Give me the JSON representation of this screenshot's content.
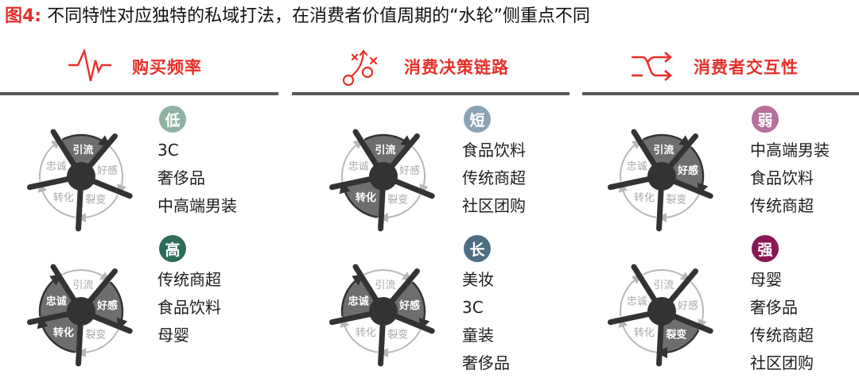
{
  "title": {
    "fig_label": "图4:",
    "text": " 不同特性对应独特的私域打法，在消费者价值周期的“水轮”侧重点不同"
  },
  "colors": {
    "accent": "#e8302a",
    "divider": "#595959",
    "active_segment": "#6e6e6e",
    "inactive_ring": "#b8b8b8",
    "spoke": "#333333",
    "badge_low": "#8fb3a3",
    "badge_high": "#2f6b5b",
    "badge_short": "#8aa3b5",
    "badge_long": "#4e6e86",
    "badge_weak": "#b86f9c",
    "badge_strong": "#8a1756"
  },
  "wheel_segments": [
    "引流",
    "好感",
    "裂变",
    "转化",
    "忠诚"
  ],
  "columns": [
    {
      "icon": "heartbeat-icon",
      "heading": "购买频率",
      "groups": [
        {
          "badge": "低",
          "badge_color": "#8fb3a3",
          "active": [
            "引流"
          ],
          "items": [
            "3C",
            "奢侈品",
            "中高端男装"
          ]
        },
        {
          "badge": "高",
          "badge_color": "#2f6b5b",
          "active": [
            "好感",
            "转化",
            "忠诚"
          ],
          "items": [
            "传统商超",
            "食品饮料",
            "母婴"
          ]
        }
      ]
    },
    {
      "icon": "strategy-play-icon",
      "heading": "消费决策链路",
      "groups": [
        {
          "badge": "短",
          "badge_color": "#8aa3b5",
          "active": [
            "引流",
            "转化"
          ],
          "items": [
            "食品饮料",
            "传统商超",
            "社区团购"
          ]
        },
        {
          "badge": "长",
          "badge_color": "#4e6e86",
          "active": [
            "好感",
            "忠诚"
          ],
          "items": [
            "美妆",
            "3C",
            "童装",
            "奢侈品"
          ]
        }
      ]
    },
    {
      "icon": "shuffle-icon",
      "heading": "消费者交互性",
      "groups": [
        {
          "badge": "弱",
          "badge_color": "#b86f9c",
          "active": [
            "引流",
            "好感"
          ],
          "items": [
            "中高端男装",
            "食品饮料",
            "传统商超"
          ]
        },
        {
          "badge": "强",
          "badge_color": "#8a1756",
          "active": [
            "裂变"
          ],
          "items": [
            "母婴",
            "奢侈品",
            "传统商超",
            "社区团购"
          ]
        }
      ]
    }
  ]
}
